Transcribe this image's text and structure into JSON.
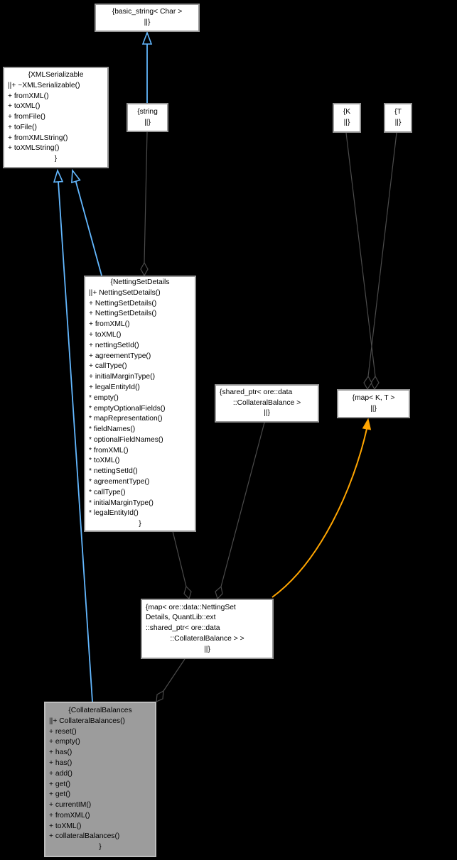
{
  "diagram": {
    "title": "CollateralBalances collaboration graph",
    "type": "uml-collaboration-graph",
    "colors": {
      "background": "#000000",
      "node_fill": "#ffffff",
      "node_border": "#969696",
      "highlight_fill": "#9c9c9c",
      "highlight_border": "#bdbdbd",
      "text": "#000000",
      "inheritance_edge": "#63b8ff",
      "usage_edge": "#4b4b4b",
      "template_edge": "#ffa500"
    },
    "nodes": {
      "basic_string": {
        "lines": [
          "{basic_string< Char >",
          "||}"
        ],
        "aligns": [
          "c",
          "c"
        ]
      },
      "xml_serializable": {
        "lines": [
          "{XMLSerializable",
          "||+ ~XMLSerializable()",
          "+ fromXML()",
          "+ toXML()",
          "+ fromFile()",
          "+ toFile()",
          "+ fromXMLString()",
          "+ toXMLString()",
          "}"
        ],
        "aligns": [
          "c",
          "l",
          "l",
          "l",
          "l",
          "l",
          "l",
          "l",
          "c"
        ]
      },
      "string": {
        "lines": [
          "{string",
          "||}"
        ],
        "aligns": [
          "c",
          "c"
        ]
      },
      "k": {
        "lines": [
          "{K",
          "||}"
        ],
        "aligns": [
          "c",
          "c"
        ]
      },
      "t": {
        "lines": [
          "{T",
          "||}"
        ],
        "aligns": [
          "c",
          "c"
        ]
      },
      "netting_set_details": {
        "lines": [
          "{NettingSetDetails",
          "||+ NettingSetDetails()",
          "+ NettingSetDetails()",
          "+ NettingSetDetails()",
          "+ fromXML()",
          "+ toXML()",
          "+ nettingSetId()",
          "+ agreementType()",
          "+ callType()",
          "+ initialMarginType()",
          "+ legalEntityId()",
          "* empty()",
          "* emptyOptionalFields()",
          "* mapRepresentation()",
          "* fieldNames()",
          "* optionalFieldNames()",
          "* fromXML()",
          "* toXML()",
          "* nettingSetId()",
          "* agreementType()",
          "* callType()",
          "* initialMarginType()",
          "* legalEntityId()",
          "}"
        ],
        "aligns": [
          "c",
          "l",
          "l",
          "l",
          "l",
          "l",
          "l",
          "l",
          "l",
          "l",
          "l",
          "l",
          "l",
          "l",
          "l",
          "l",
          "l",
          "l",
          "l",
          "l",
          "l",
          "l",
          "l",
          "c"
        ]
      },
      "shared_ptr": {
        "lines": [
          "{shared_ptr< ore::data",
          "::CollateralBalance >",
          "||}"
        ],
        "aligns": [
          "l",
          "c",
          "c"
        ]
      },
      "map_k_t": {
        "lines": [
          "{map< K, T >",
          "||}"
        ],
        "aligns": [
          "c",
          "c"
        ]
      },
      "map_nettingset": {
        "lines": [
          "{map< ore::data::NettingSet",
          "Details, QuantLib::ext",
          "::shared_ptr< ore::data",
          "::CollateralBalance > >",
          "||}"
        ],
        "aligns": [
          "l",
          "l",
          "l",
          "c",
          "c"
        ]
      },
      "collateral_balances": {
        "lines": [
          "{CollateralBalances",
          "||+ CollateralBalances()",
          "+ reset()",
          "+ empty()",
          "+ has()",
          "+ has()",
          "+ add()",
          "+ get()",
          "+ get()",
          "+ currentIM()",
          "+ fromXML()",
          "+ toXML()",
          "+ collateralBalances()",
          "}"
        ],
        "aligns": [
          "c",
          "l",
          "l",
          "l",
          "l",
          "l",
          "l",
          "l",
          "l",
          "l",
          "l",
          "l",
          "l",
          "c"
        ]
      }
    },
    "edges": [
      {
        "from": "string",
        "to": "basic_string",
        "relation": "public-inheritance"
      },
      {
        "from": "NettingSetDetails",
        "to": "XMLSerializable",
        "relation": "public-inheritance"
      },
      {
        "from": "CollateralBalances",
        "to": "XMLSerializable",
        "relation": "public-inheritance"
      },
      {
        "from": "string",
        "to": "NettingSetDetails",
        "relation": "aggregation"
      },
      {
        "from": "NettingSetDetails",
        "to": "map< ore::data::NettingSetDetails, QuantLib::ext::shared_ptr< ore::data::CollateralBalance > >",
        "relation": "aggregation"
      },
      {
        "from": "shared_ptr< ore::data::CollateralBalance >",
        "to": "map< ore::data::NettingSetDetails, QuantLib::ext::shared_ptr< ore::data::CollateralBalance > >",
        "relation": "aggregation"
      },
      {
        "from": "K",
        "to": "map< K, T >",
        "relation": "aggregation"
      },
      {
        "from": "T",
        "to": "map< K, T >",
        "relation": "aggregation"
      },
      {
        "from": "map< ore::data::NettingSetDetails, QuantLib::ext::shared_ptr< ore::data::CollateralBalance > >",
        "to": "CollateralBalances",
        "relation": "aggregation"
      },
      {
        "from": "map< ore::data::NettingSetDetails, QuantLib::ext::shared_ptr< ore::data::CollateralBalance > >",
        "to": "map< K, T >",
        "relation": "template-instance"
      }
    ]
  }
}
